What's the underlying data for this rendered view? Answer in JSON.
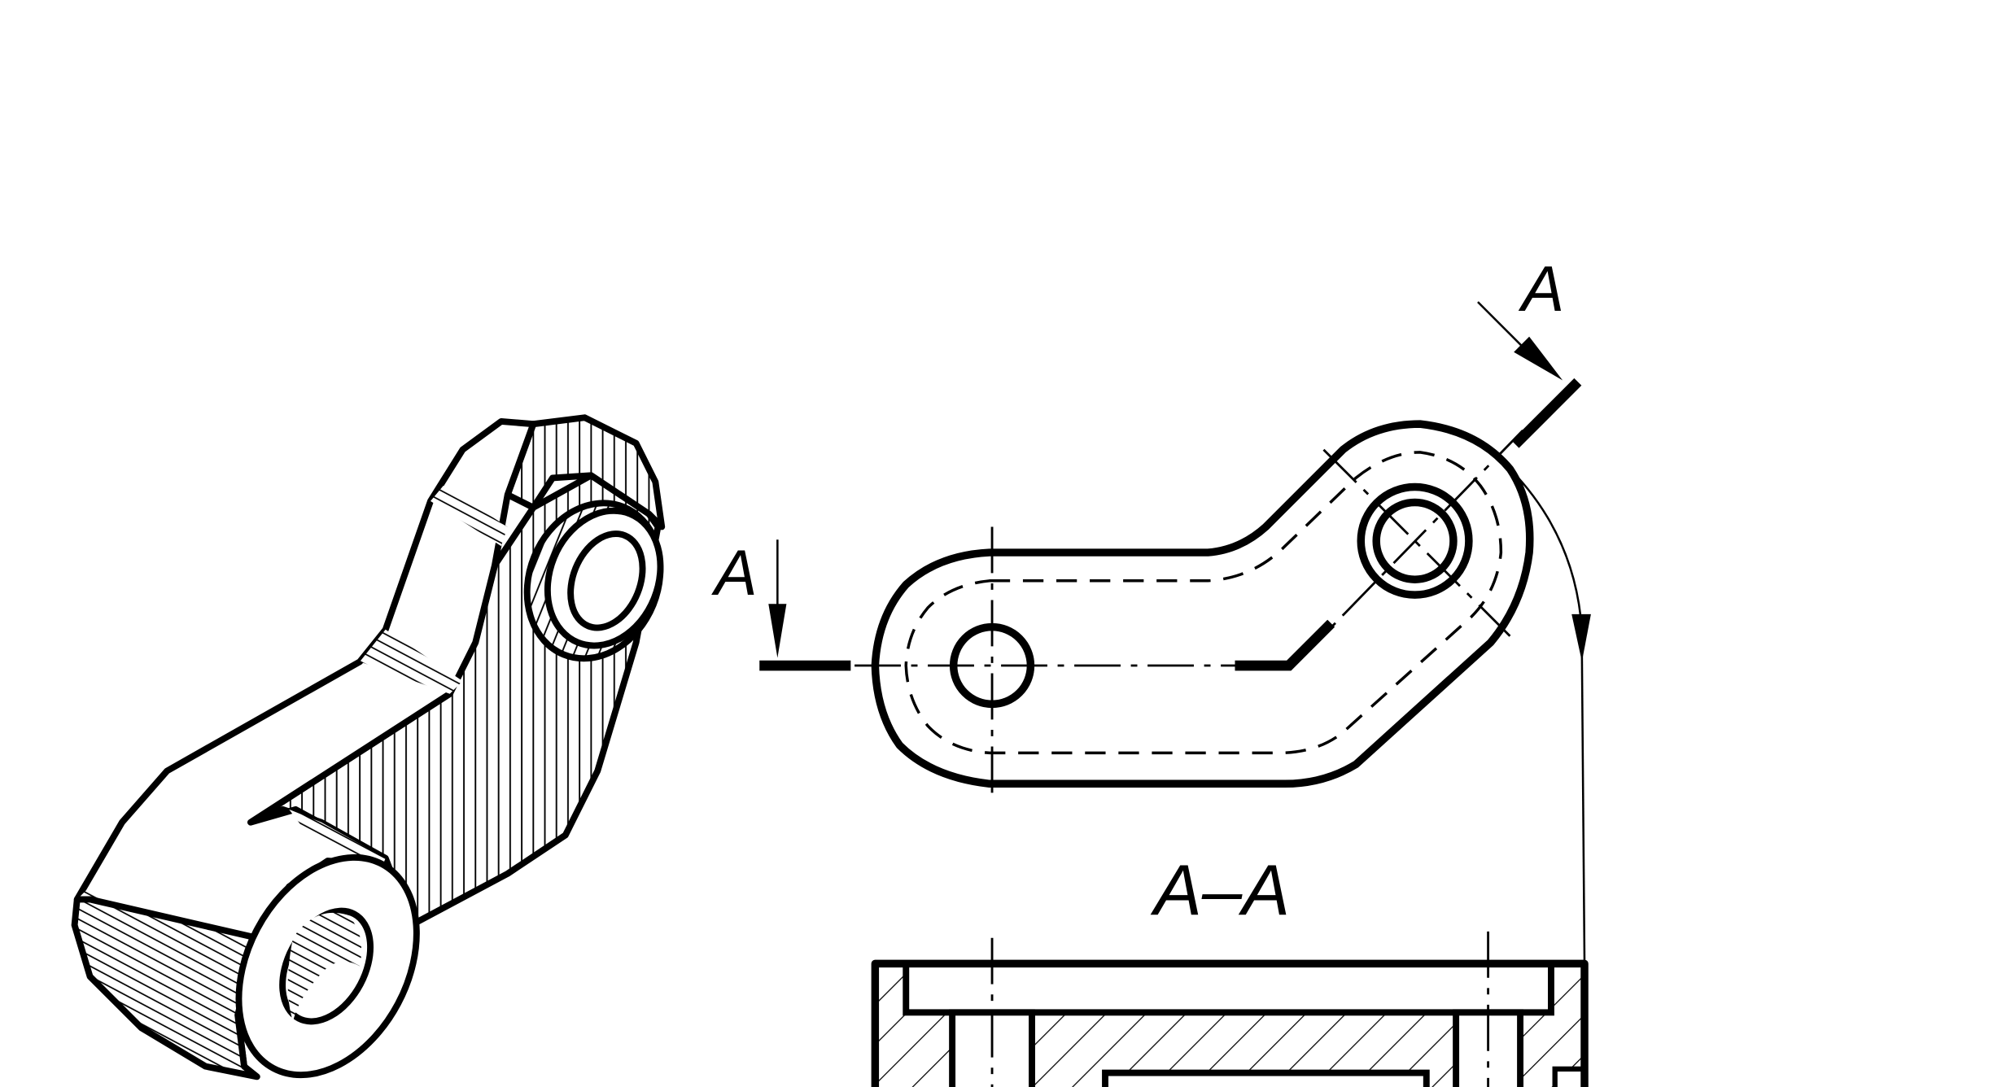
{
  "labels": {
    "cut_left": "A",
    "cut_right": "A",
    "section_title": "A–A"
  },
  "colors": {
    "line": "#000000",
    "background": "#ffffff"
  }
}
